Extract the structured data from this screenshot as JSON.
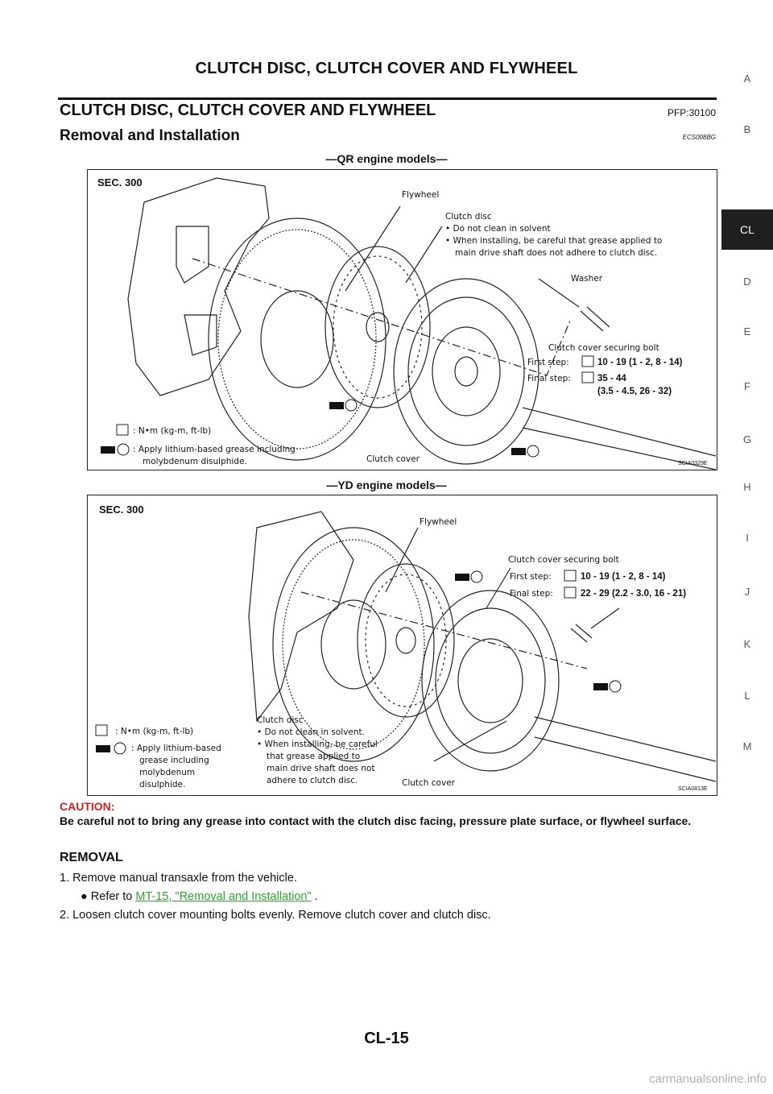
{
  "header": {
    "title": "CLUTCH DISC, CLUTCH COVER AND FLYWHEEL"
  },
  "section": {
    "title": "CLUTCH DISC, CLUTCH COVER AND FLYWHEEL",
    "code": "PFP:30100"
  },
  "subsection": {
    "title": "Removal and Installation",
    "code": "ECS008BG"
  },
  "fig1": {
    "caption": "—QR engine models—",
    "sec": "SEC. 300",
    "flywheel": "Flywheel",
    "disc_title": "Clutch disc",
    "disc_note1": "• Do not clean in solvent",
    "disc_note2": "• When installing, be careful that grease applied to",
    "disc_note3": "main drive shaft does not adhere to clutch disc.",
    "washer": "Washer",
    "bolt": "Clutch cover securing bolt",
    "first_step": "First step:",
    "first_val": "10 - 19 (1 - 2, 8 - 14)",
    "final_step": "Final step:",
    "final_val1": "35 - 44",
    "final_val2": "(3.5 - 4.5, 26 - 32)",
    "legend_torque": ": N•m (kg-m, ft-lb)",
    "legend_grease1": ": Apply lithium-based grease including",
    "legend_grease2": "molybdenum disulphide.",
    "cover": "Clutch cover",
    "code": "SCIA0329E"
  },
  "fig2": {
    "caption": "—YD engine models—",
    "sec": "SEC. 300",
    "flywheel": "Flywheel",
    "bolt": "Clutch cover securing bolt",
    "first_step": "First step:",
    "first_val": "10 - 19 (1 - 2, 8 - 14)",
    "final_step": "Final step:",
    "final_val": "22 - 29 (2.2 - 3.0, 16 - 21)",
    "legend_torque": ": N•m (kg-m, ft-lb)",
    "legend_grease1": ": Apply lithium-based",
    "legend_grease2": "grease including",
    "legend_grease3": "molybdenum",
    "legend_grease4": "disulphide.",
    "disc_title": "Clutch disc",
    "disc_note1": "• Do not clean in solvent.",
    "disc_note2": "• When installing, be careful",
    "disc_note3": "that grease applied to",
    "disc_note4": "main drive shaft does not",
    "disc_note5": "adhere to clutch disc.",
    "cover": "Clutch cover",
    "code": "SCIA0813E"
  },
  "caution": {
    "label": "CAUTION:",
    "text": "Be careful not to bring any grease into contact with the clutch disc facing, pressure plate surface, or flywheel surface."
  },
  "removal": {
    "title": "REMOVAL",
    "step1": "1.   Remove manual transaxle from the vehicle.",
    "bullet": "●",
    "refer_prefix": "Refer to ",
    "refer_link": "MT-15, \"Removal and Installation\"",
    "refer_suffix": " .",
    "step2": "2.   Loosen clutch cover mounting bolts evenly. Remove clutch cover and clutch disc."
  },
  "tabs": [
    "A",
    "B",
    "CL",
    "D",
    "E",
    "F",
    "G",
    "H",
    "I",
    "J",
    "K",
    "L",
    "M"
  ],
  "footer": {
    "page": "CL-15"
  },
  "watermark": "carmanualsonline.info",
  "colors": {
    "caution": "#d02020",
    "link": "#2aa52a",
    "active_tab": "#1f1f1f"
  }
}
